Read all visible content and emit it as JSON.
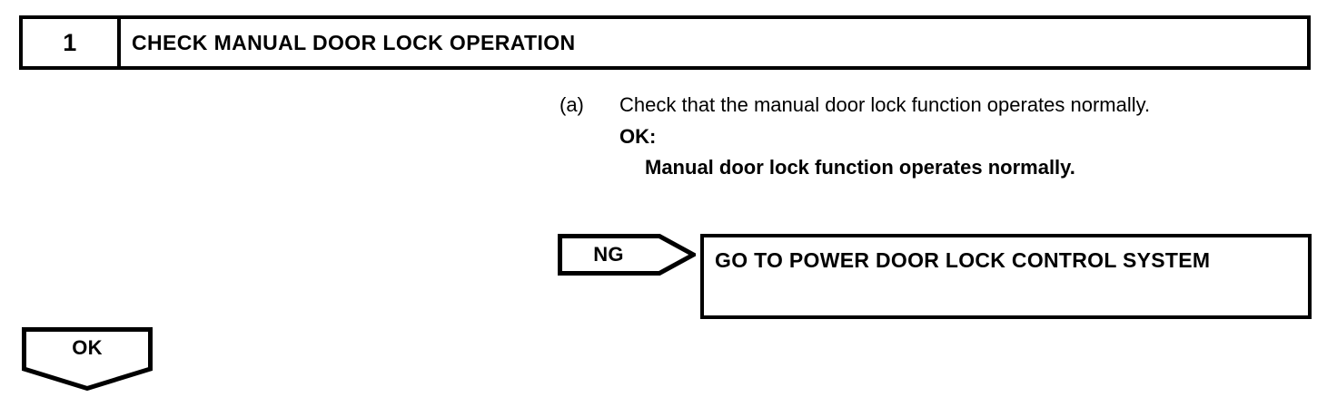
{
  "colors": {
    "ink": "#000000",
    "paper": "#ffffff"
  },
  "step_header": {
    "number": "1",
    "title": "CHECK MANUAL DOOR LOCK OPERATION"
  },
  "procedure": {
    "items": [
      {
        "marker": "(a)",
        "text": "Check that the manual door lock function operates normally.",
        "ok_label": "OK:",
        "ok_value": "Manual door lock function operates normally."
      }
    ]
  },
  "branches": {
    "ng": {
      "label": "NG",
      "result": "GO TO POWER DOOR LOCK CONTROL SYSTEM"
    },
    "ok": {
      "label": "OK"
    }
  }
}
